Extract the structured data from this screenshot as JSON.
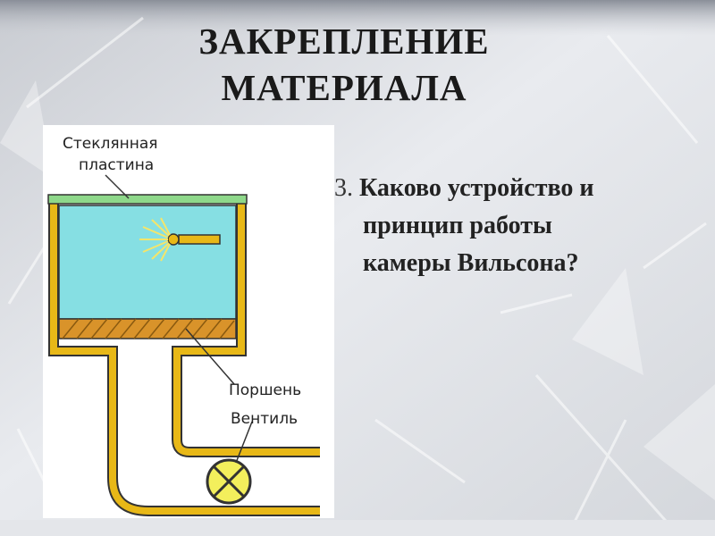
{
  "slide": {
    "title_line1": "ЗАКРЕПЛЕНИЕ",
    "title_line2": "МАТЕРИАЛА"
  },
  "question": {
    "number": "3.",
    "line1": "Каково устройство и",
    "line2": "принцип работы",
    "line3": "камеры Вильсона?"
  },
  "diagram": {
    "label_glass_line1": "Стеклянная",
    "label_glass_line2": "пластина",
    "label_piston": "Поршень",
    "label_valve": "Вентиль"
  },
  "colors": {
    "water": "#86dfe3",
    "frame": "#e8b817",
    "glass": "#8ed88a",
    "piston": "#d9932a",
    "valve": "#f3ef5c",
    "text": "#222222"
  }
}
